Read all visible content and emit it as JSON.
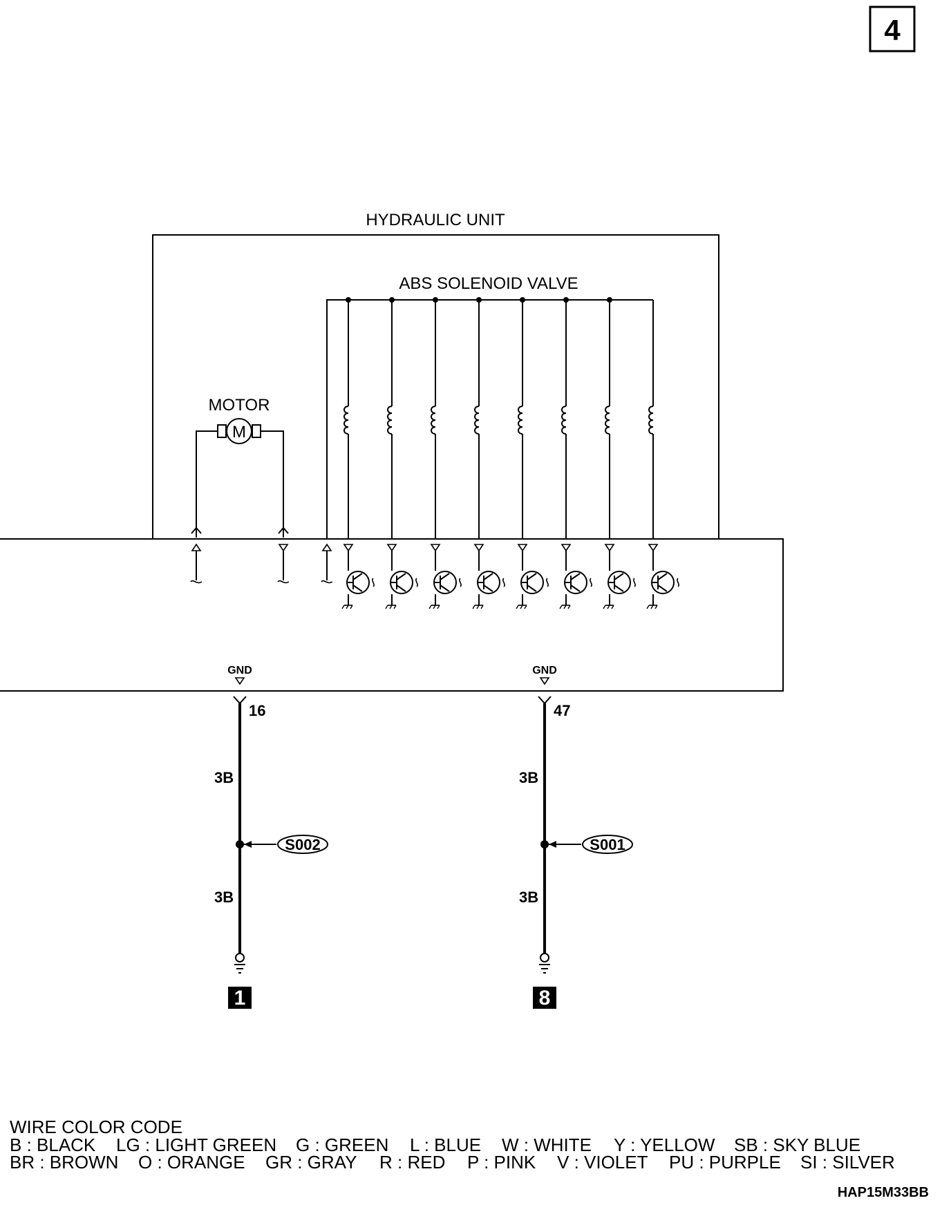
{
  "page_number": "4",
  "hydraulic_unit_label": "HYDRAULIC UNIT",
  "solenoid_label": "ABS SOLENOID VALVE",
  "motor_label": "MOTOR",
  "motor_symbol": "M",
  "ground_left": {
    "gnd_label": "GND",
    "pin": "16",
    "wire_upper": "3B",
    "wire_lower": "3B",
    "splice": "S002",
    "ground_number": "1"
  },
  "ground_right": {
    "gnd_label": "GND",
    "pin": "47",
    "wire_upper": "3B",
    "wire_lower": "3B",
    "splice": "S001",
    "ground_number": "8"
  },
  "wire_color_code": {
    "title": "WIRE COLOR CODE",
    "row1": [
      "B : BLACK",
      "LG : LIGHT GREEN",
      "G : GREEN",
      "L : BLUE",
      "W : WHITE",
      "Y : YELLOW",
      "SB : SKY BLUE"
    ],
    "row2": [
      "BR : BROWN",
      "O : ORANGE",
      "GR : GRAY",
      "R : RED",
      "P : PINK",
      "V : VIOLET",
      "PU : PURPLE",
      "SI : SILVER"
    ]
  },
  "figure_code": "HAP15M33BB",
  "icons": {
    "coil": "solenoid-coil-icon",
    "transistor": "transistor-icon",
    "ground": "ground-icon",
    "motor": "motor-icon"
  }
}
